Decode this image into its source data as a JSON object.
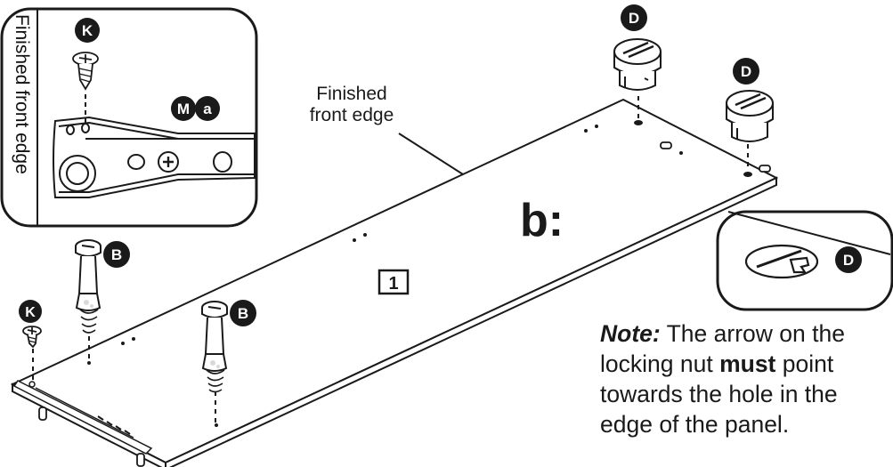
{
  "callouts": {
    "inset_top_left_part": "K",
    "inset_bracket_part_m": "M",
    "inset_bracket_part_a": "a",
    "dowel_left": "B",
    "dowel_center": "B",
    "screw_left": "K",
    "cam_lock_rear": "D",
    "cam_lock_right": "D",
    "cam_lock_detail": "D"
  },
  "inset_vertical_label": "Finished front edge",
  "front_edge_label_line1": "Finished",
  "front_edge_label_line2": "front edge",
  "step_label": "b:",
  "panel_number": "1",
  "note": {
    "title": "Note:",
    "text_1": " The arrow on the",
    "text_2": "locking nut ",
    "emphasis": "must",
    "text_3": " point",
    "text_4": "towards the hole in the",
    "text_5": "edge of the panel."
  },
  "colors": {
    "ink": "#1a1a1a",
    "fill": "#ffffff",
    "shade": "#d9d9d9"
  }
}
